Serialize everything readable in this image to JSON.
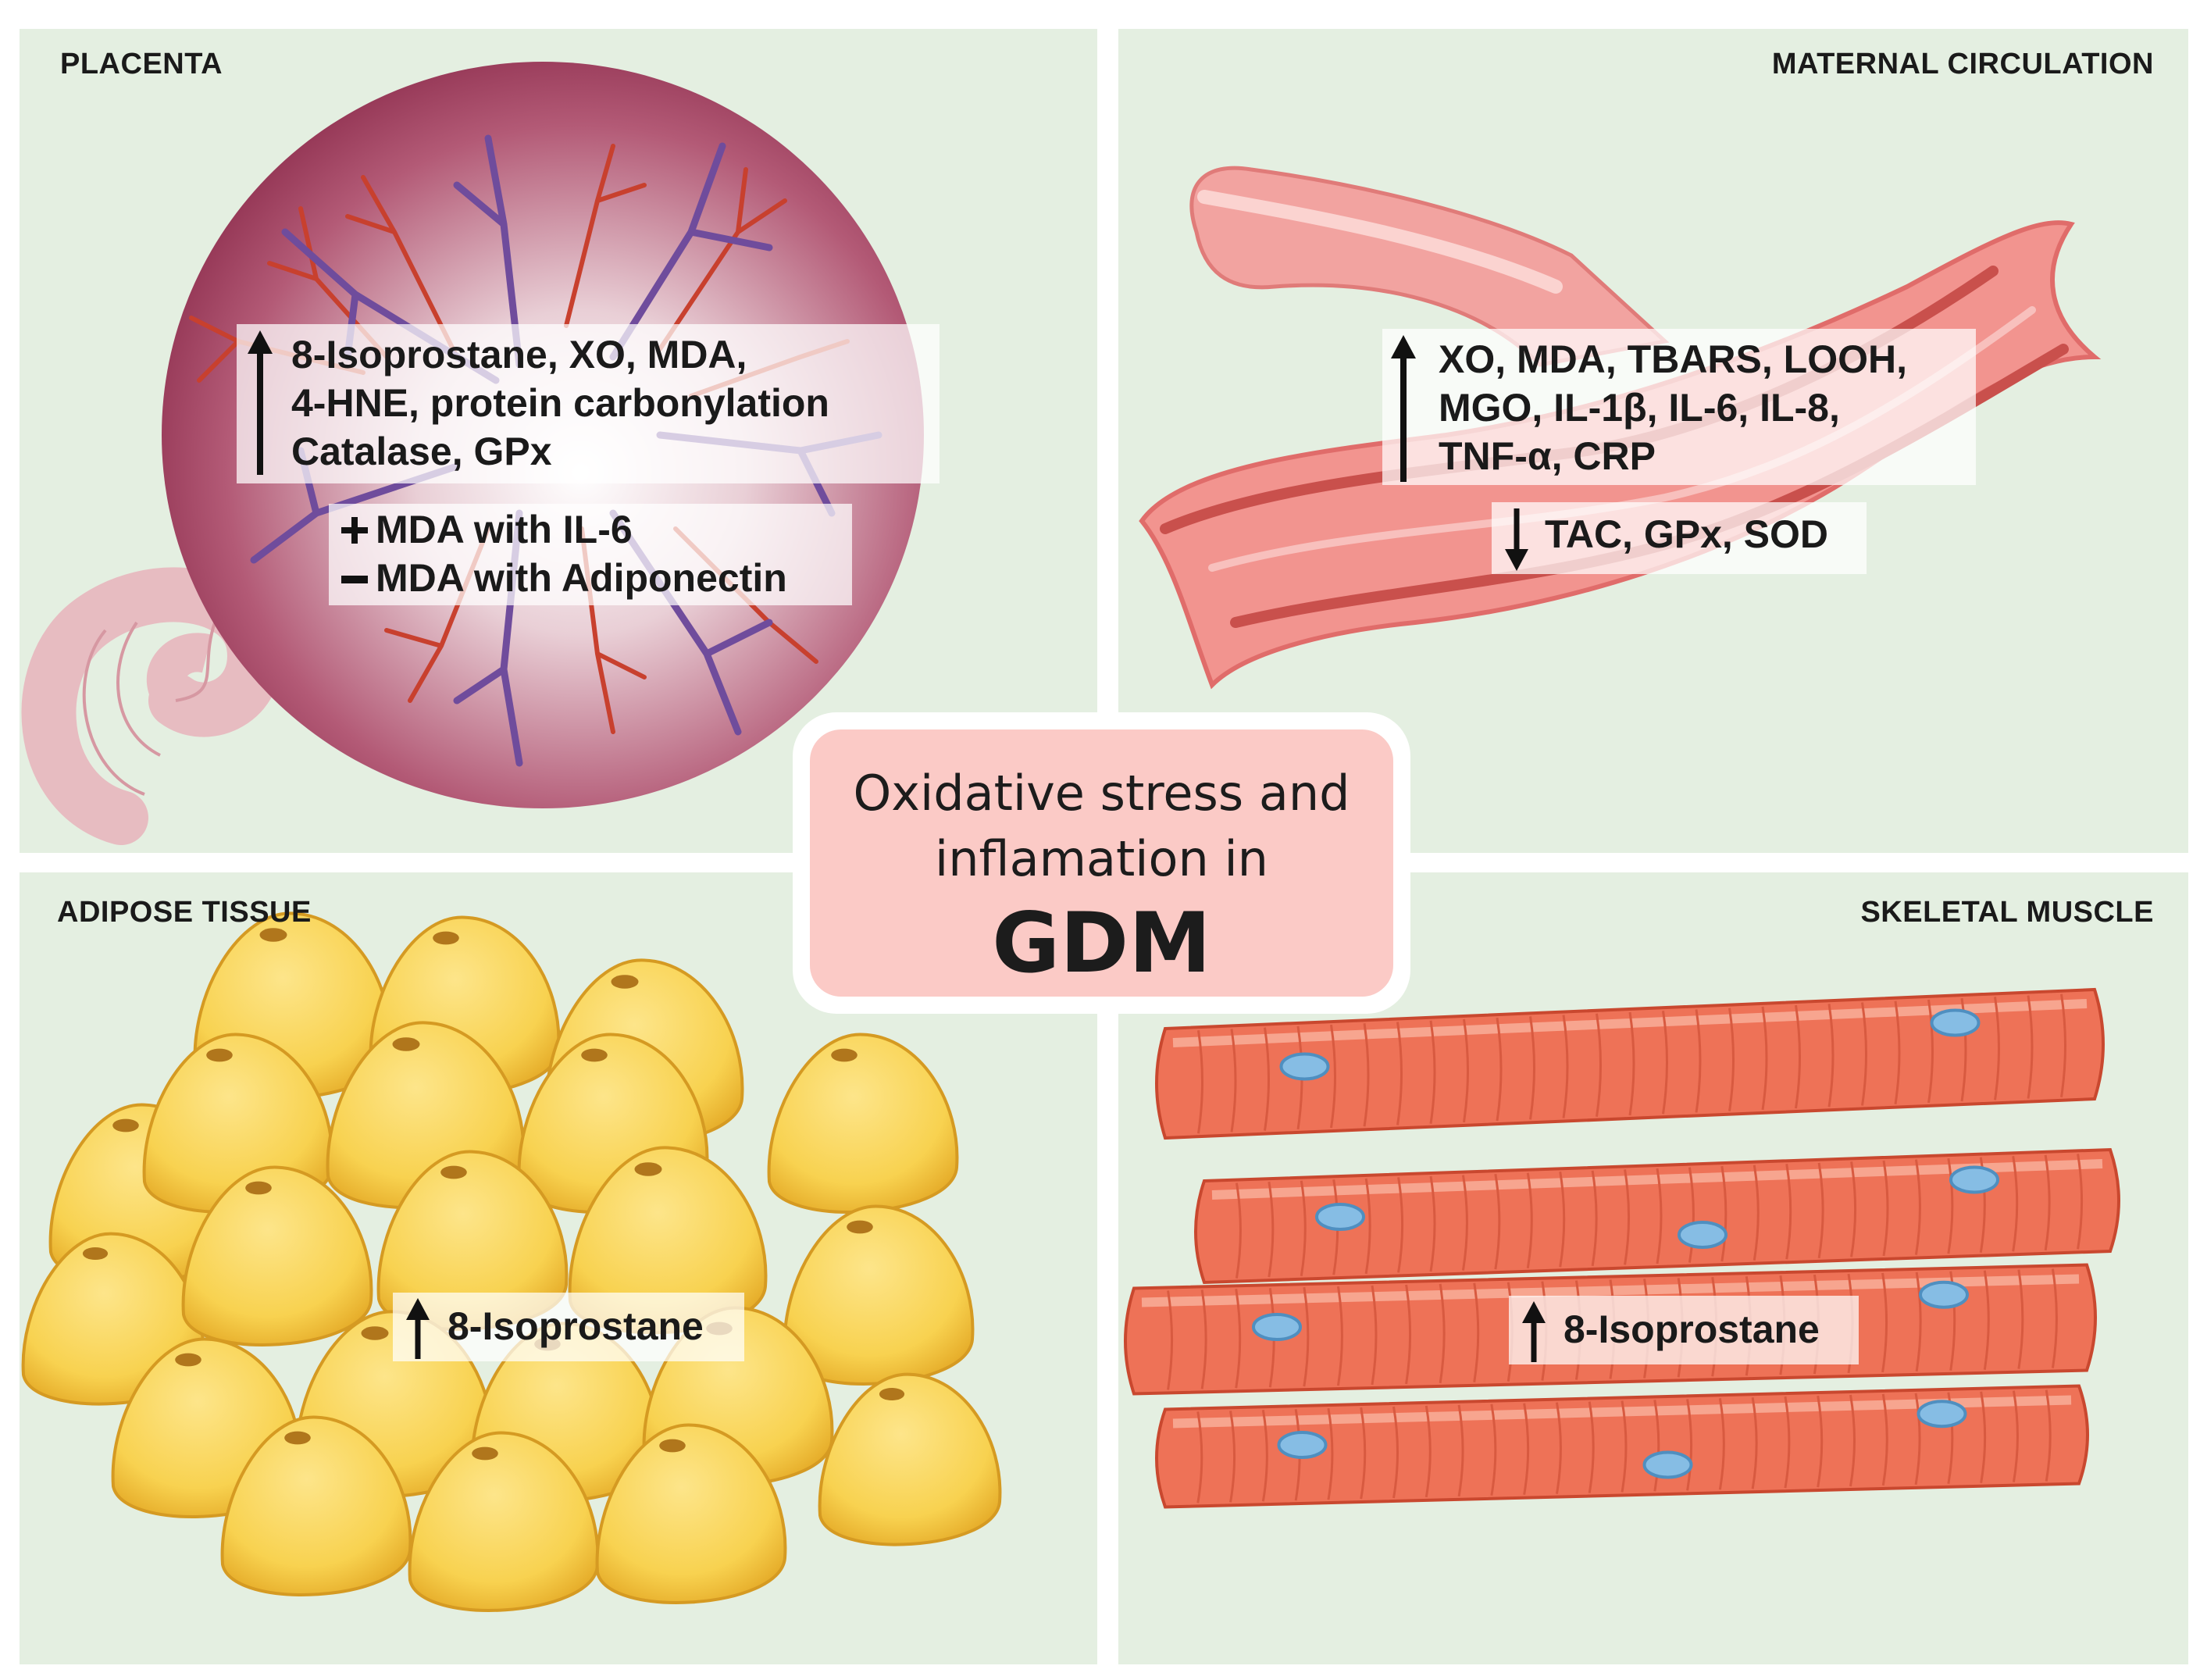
{
  "title": {
    "line1": "Oxidative stress and",
    "line2": "inflamation in",
    "line3": "GDM"
  },
  "panels": {
    "placenta": {
      "title": "PLACENTA",
      "up_lines": [
        "8-Isoprostane, XO, MDA,",
        "4-HNE, protein carbonylation",
        "Catalase, GPx"
      ],
      "plus_line": "MDA with IL-6",
      "minus_line": "MDA with Adiponectin"
    },
    "maternal_circulation": {
      "title": "MATERNAL CIRCULATION",
      "up_lines": [
        "XO, MDA, TBARS, LOOH,",
        "MGO, IL-1β, IL-6, IL-8,",
        "TNF-α, CRP"
      ],
      "down_line": "TAC, GPx, SOD"
    },
    "adipose_tissue": {
      "title": "ADIPOSE TISSUE",
      "up_line": "8-Isoprostane"
    },
    "skeletal_muscle": {
      "title": "SKELETAL MUSCLE",
      "up_line": "8-Isoprostane"
    }
  },
  "colors": {
    "panel_bg": "#e4efe1",
    "center_bg": "#fbcac6",
    "placenta": "#a33a5a",
    "vessel": "#f08a86",
    "fat_cell": "#f7cf4a",
    "muscle": "#ec6d50",
    "nucleus": "#7fb3dc"
  }
}
